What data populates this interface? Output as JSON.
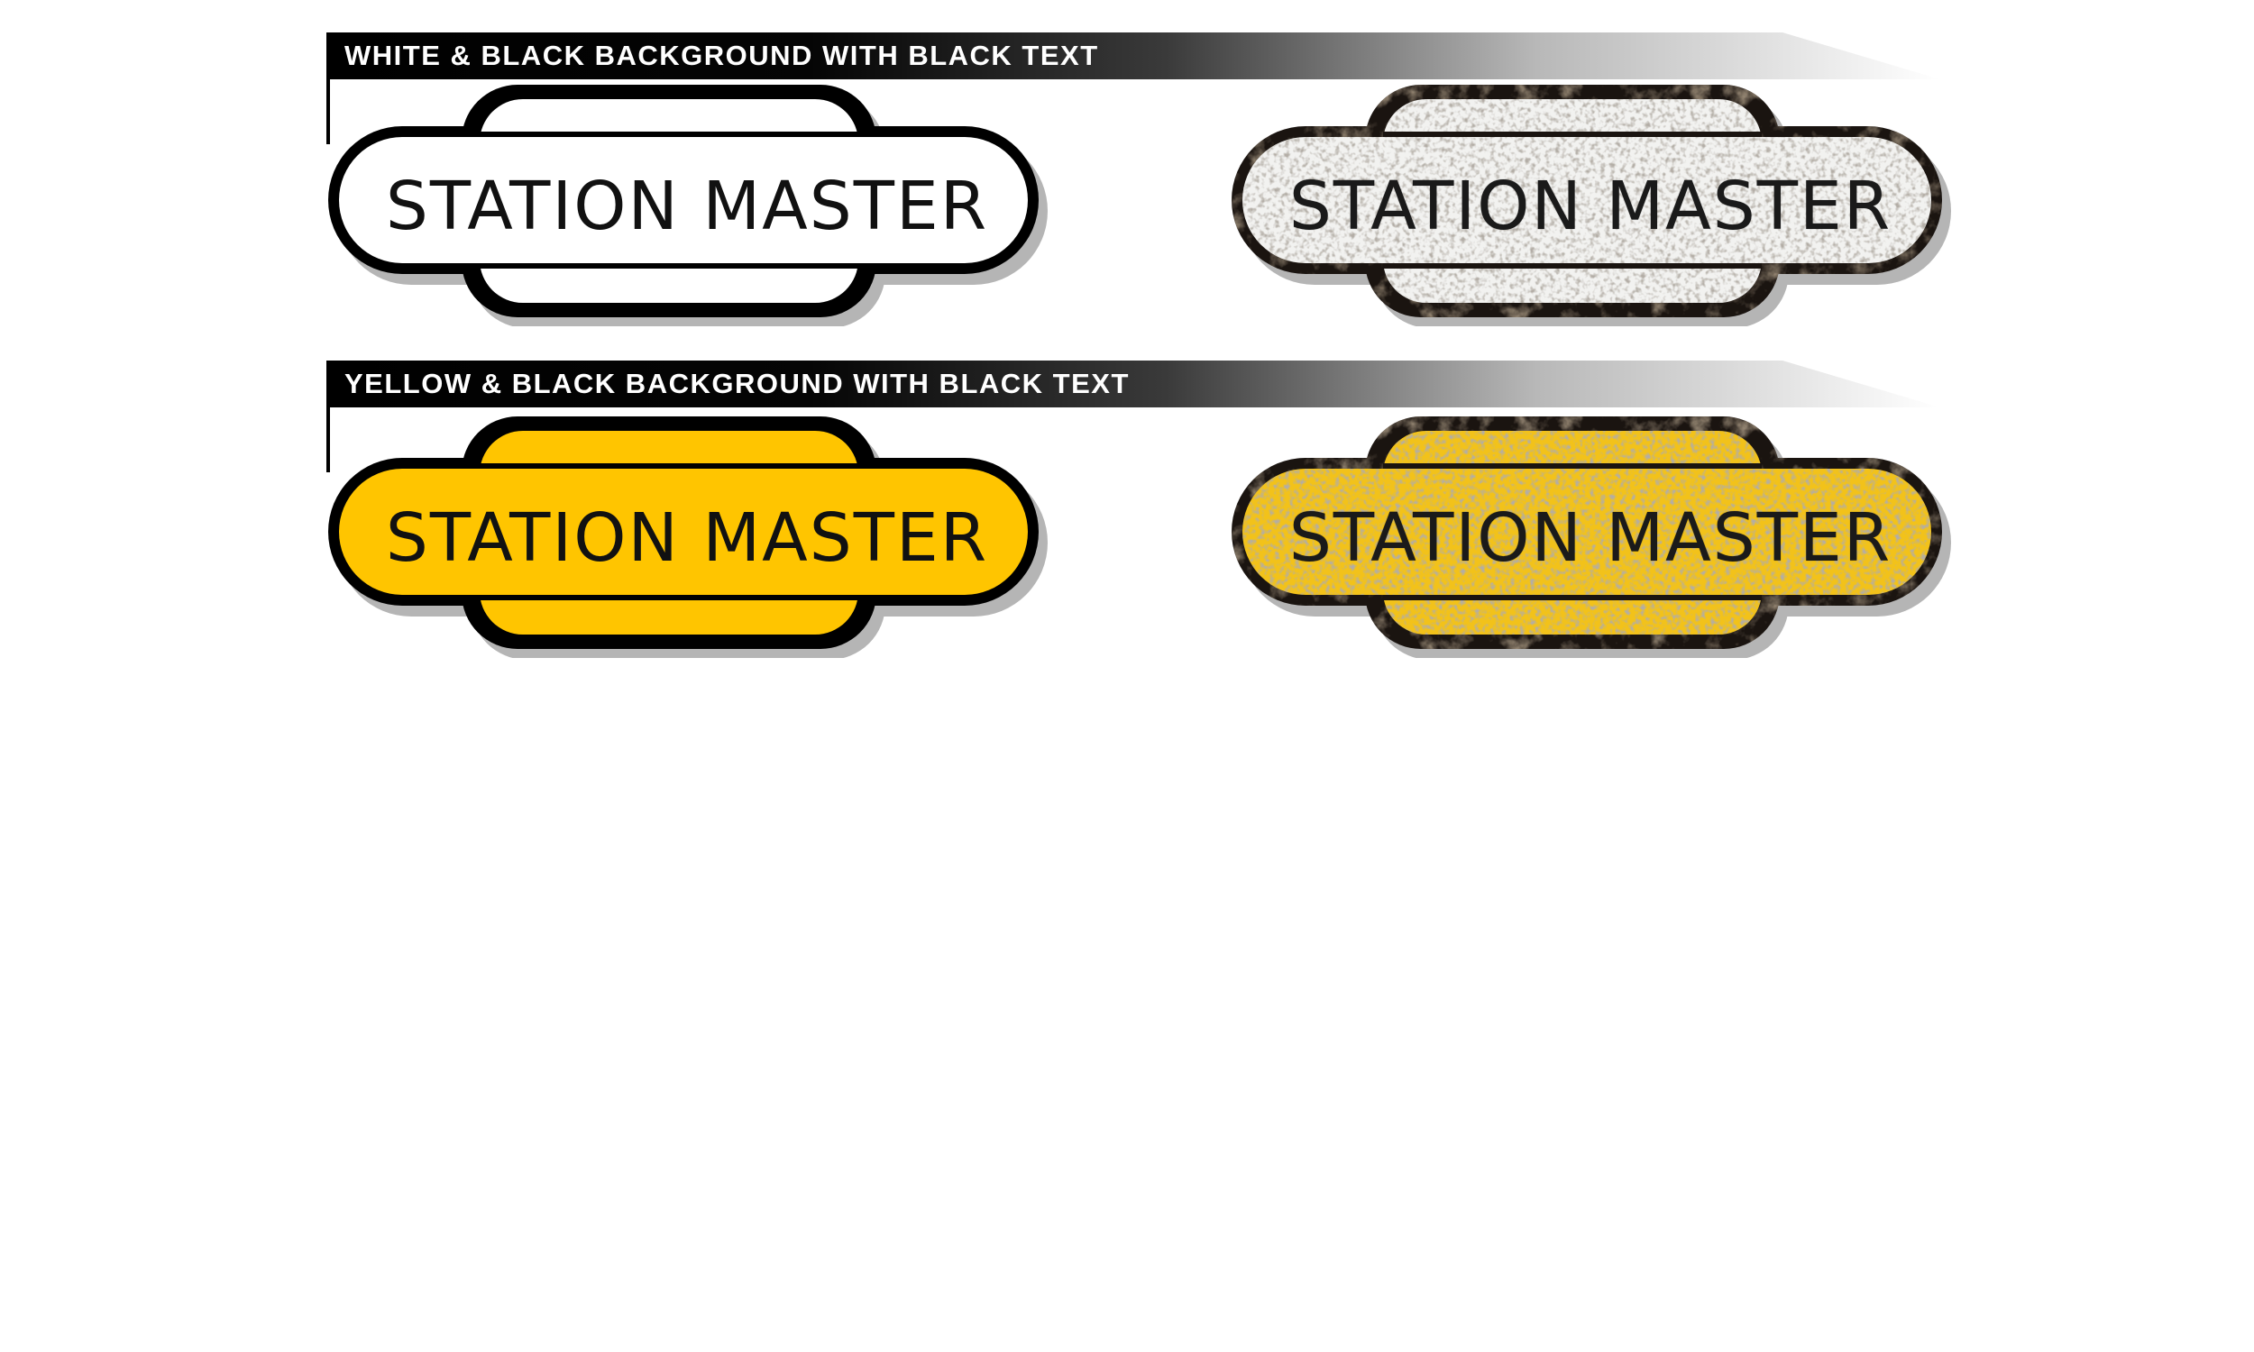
{
  "sections": [
    {
      "label": "WHITE & BLACK BACKGROUND WITH BLACK TEXT",
      "fill_color": "#ffffff",
      "signs": [
        {
          "text": "STATION MASTER",
          "style": "clean"
        },
        {
          "text": "STATION MASTER",
          "style": "weathered"
        }
      ]
    },
    {
      "label": "YELLOW & BLACK BACKGROUND WITH BLACK TEXT",
      "fill_color": "#ffc500",
      "signs": [
        {
          "text": "STATION MASTER",
          "style": "clean"
        },
        {
          "text": "STATION MASTER",
          "style": "weathered"
        }
      ]
    }
  ],
  "colors": {
    "border": "#000000",
    "shadow": "#b5b5b5",
    "header_dark": "#000000",
    "white_fill": "#ffffff",
    "yellow_fill": "#ffc500",
    "weathered_edge": "#6b4a2a"
  }
}
